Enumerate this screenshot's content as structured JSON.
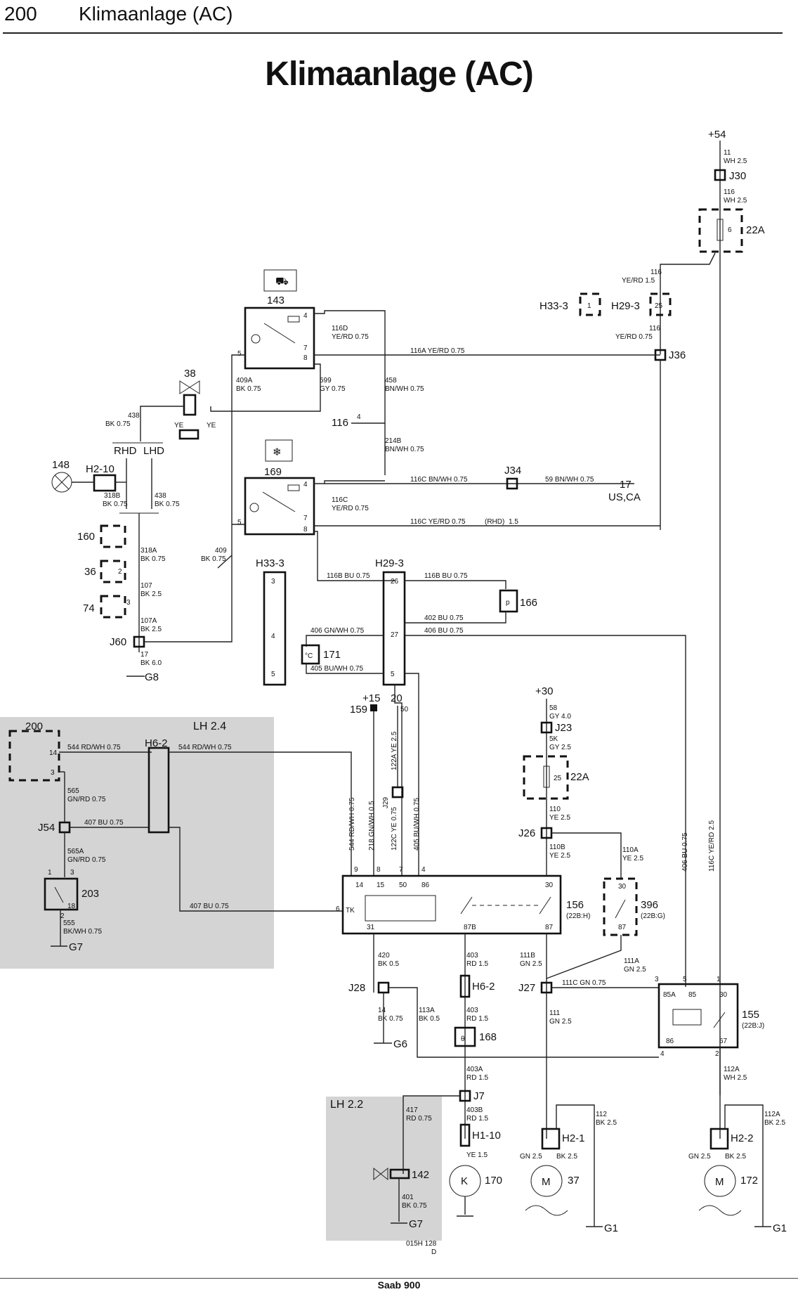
{
  "header": {
    "page_number": "200",
    "section_title": "Klimaanlage (AC)"
  },
  "main_title": "Klimaanlage (AC)",
  "footer": "Saab 900",
  "doc_code": "015H 128",
  "doc_code_suffix": "D",
  "regions": {
    "lh24": "LH 2.4",
    "lh22": "LH 2.2"
  },
  "terminals": {
    "t54": "+54",
    "t30": "+30",
    "t15": "+15",
    "t20": "20",
    "t50": "50"
  },
  "variants": {
    "rhd": "RHD",
    "lhd": "LHD",
    "us_ca": "US,CA",
    "rhd_note": "(RHD)"
  },
  "components": {
    "c22a_top": "22A",
    "c22a_mid": "22A",
    "c143": "143",
    "c169": "169",
    "c38": "38",
    "c148": "148",
    "c160": "160",
    "c36": "36",
    "c74": "74",
    "c200": "200",
    "c203": "203",
    "c159": "159",
    "c166": "166",
    "c171": "171",
    "c156": "156",
    "c156_note": "(22B:H)",
    "c396": "396",
    "c396_note": "(22B:G)",
    "c155": "155",
    "c155_note": "(22B:J)",
    "c168": "168",
    "c170": "170",
    "c37": "37",
    "c172": "172",
    "c142": "142",
    "c116": "116",
    "c17": "17"
  },
  "connectors": {
    "j30": "J30",
    "j36": "J36",
    "j34": "J34",
    "j60": "J60",
    "j54": "J54",
    "j29": "J29",
    "j23": "J23",
    "j26": "J26",
    "j27": "J27",
    "j28": "J28",
    "j7": "J7",
    "h33_3": "H33-3",
    "h29_3": "H29-3",
    "h2_10": "H2-10",
    "h6_2": "H6-2",
    "h1_10": "H1-10",
    "h2_1": "H2-1",
    "h2_2": "H2-2"
  },
  "grounds": {
    "g8": "G8",
    "g7": "G7",
    "g6": "G6",
    "g1": "G1"
  },
  "wire_labels": {
    "w11": "11",
    "w11s": "WH 2.5",
    "w116": "116",
    "w116s": "WH 2.5",
    "w116r": "116",
    "w116rs": "YE/RD 1.5",
    "w116b": "116",
    "w116bs": "YE/RD 0.75",
    "w116d": "116D",
    "w116ds": "YE/RD 0.75",
    "w116a": "116A  YE/RD 0.75",
    "w409a": "409A",
    "w409as": "BK 0.75",
    "w599": "599",
    "w599s": "GY 0.75",
    "w458": "458",
    "w458s": "BN/WH 0.75",
    "w438": "438",
    "w438s": "BK 0.75",
    "w214b": "214B",
    "w214bs": "BN/WH 0.75",
    "w116c_bn": "116C  BN/WH 0.75",
    "w59": "59  BN/WH 0.75",
    "w116c": "116C",
    "w116cs": "YE/RD 0.75",
    "w116c_rhd": "116C  YE/RD 0.75",
    "w116c_rhd2": "1.5",
    "w318b": "318B",
    "w318bs": "BK 0.75",
    "w438b": "438",
    "w438bs": "BK 0.75",
    "w318a": "318A",
    "w318as": "BK 0.75",
    "w107": "107",
    "w107s": "BK 2.5",
    "w107a": "107A",
    "w107as": "BK 2.5",
    "w17": "17",
    "w17s": "BK 6.0",
    "w409": "409",
    "w409s": "BK 0.75",
    "w116b_bu": "116B  BU 0.75",
    "w116b_bu2": "116B  BU 0.75",
    "w402": "402  BU 0.75",
    "w406": "406  BU 0.75",
    "w406gn": "406  GN/WH 0.75",
    "w405": "405  BU/WH 0.75",
    "w544": "544  RD/WH 0.75",
    "w544b": "544  RD/WH 0.75",
    "w565": "565",
    "w565s": "GN/RD 0.75",
    "w407": "407  BU 0.75",
    "w565a": "565A",
    "w565as": "GN/RD 0.75",
    "w407b": "407  BU 0.75",
    "w555": "555",
    "w555s": "BK/WH 0.75",
    "v544": "544  RD/WH 0.75",
    "v218": "218  GN/WH 0.5",
    "v122a": "122A  YE 2.5",
    "v122c": "122C  YE 0.75",
    "v405": "405  BU/WH 0.75",
    "w58": "58",
    "w58s": "GY 4.0",
    "w5k": "5K",
    "w5ks": "GY 2.5",
    "w110": "110",
    "w110s": "YE 2.5",
    "w110b": "110B",
    "w110bs": "YE 2.5",
    "w110a": "110A",
    "w110as": "YE 2.5",
    "w420": "420",
    "w420s": "BK 0.5",
    "w403": "403",
    "w403s": "RD 1.5",
    "w111b": "111B",
    "w111bs": "GN 2.5",
    "w111a": "111A",
    "w111as": "GN 2.5",
    "w111c": "111C  GN 0.75",
    "w14": "14",
    "w14s": "BK 0.75",
    "w113a": "113A",
    "w113as": "BK 0.5",
    "w403b": "403",
    "w403bs": "RD 1.5",
    "w111": "111",
    "w111s": "GN 2.5",
    "v406": "406  BU 0.75",
    "v116c": "116C  YE/RD 2.5",
    "w403a": "403A",
    "w403as": "RD 1.5",
    "w112a": "112A",
    "w112as": "WH 2.5",
    "w417": "417",
    "w417s": "RD 0.75",
    "w403c": "403B",
    "w403cs": "RD 1.5",
    "w112": "112",
    "w112s": "BK 2.5",
    "w112b": "112A",
    "w112bs": "BK 2.5",
    "w401": "401",
    "w401s": "BK 0.75",
    "wye15": "YE 1.5",
    "wgn25a": "GN 2.5",
    "wbk25a": "BK 2.5",
    "wgn25b": "GN 2.5",
    "wbk25b": "BK 2.5"
  },
  "relay_pins": {
    "p14": "14",
    "p15": "15",
    "p50": "50",
    "p86": "86",
    "p30": "30",
    "p31": "31",
    "p87b": "87B",
    "p87": "87",
    "ptk": "TK",
    "p9": "9",
    "p8": "8",
    "p7": "7",
    "p4": "4",
    "p1": "1",
    "p5": "5",
    "p3": "3",
    "p2": "2",
    "p6": "6",
    "p85a": "85A",
    "p85": "85",
    "p67": "67",
    "p26": "26",
    "p27": "27",
    "p25": "25",
    "p18": "18",
    "k": "K",
    "m": "M",
    "ye": "YE"
  }
}
